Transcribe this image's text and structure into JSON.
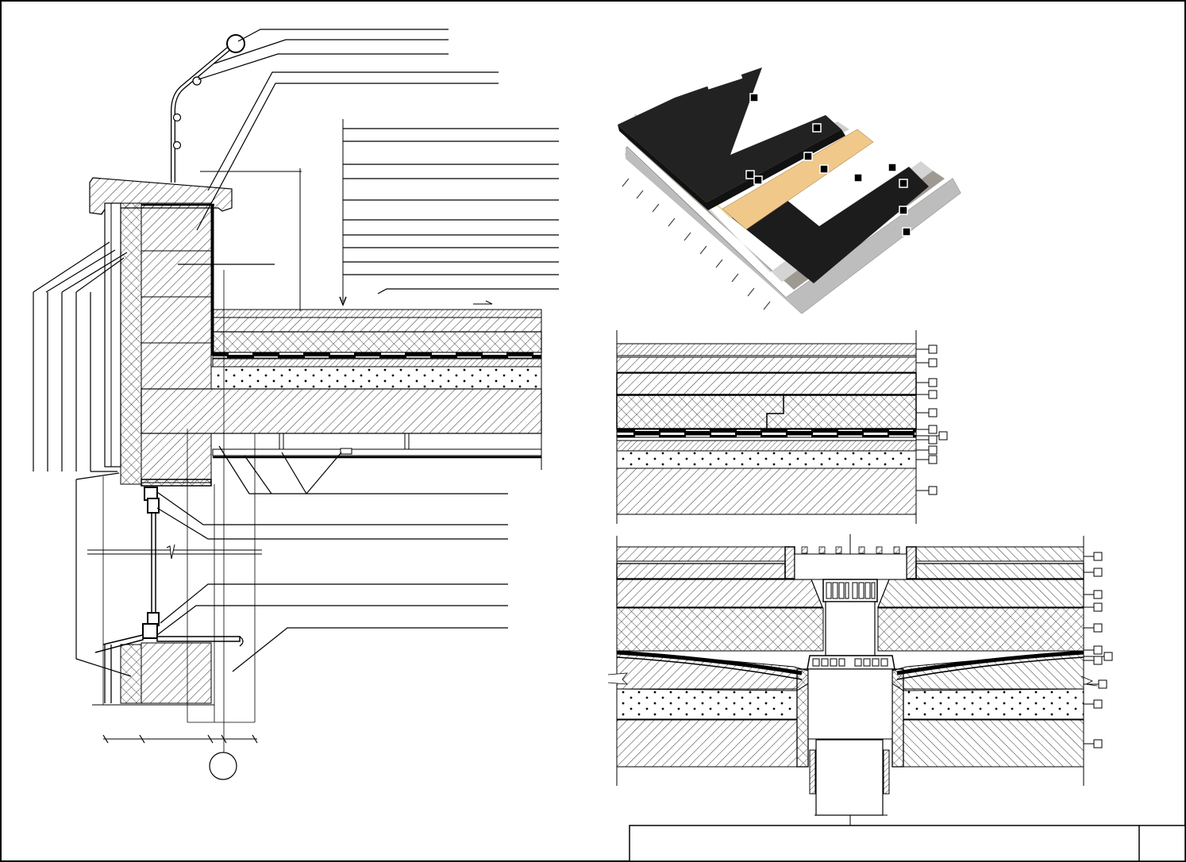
{
  "drawing": {
    "type": "flat-roof-construction-detail",
    "views": [
      "parapet-section",
      "roof-isometric",
      "roof-layer-section",
      "roof-drain-section"
    ],
    "colors": {
      "line": "#000000",
      "insulation_board": "#f0c98a",
      "membrane": "#1e1e1e",
      "concrete": "#c9c9c9",
      "screed": "#b9b9b9"
    },
    "callout_counts": {
      "isometric": 11,
      "layer_section": 11,
      "drain_section": 11
    },
    "title_block": {
      "title": "",
      "sheet": ""
    }
  }
}
